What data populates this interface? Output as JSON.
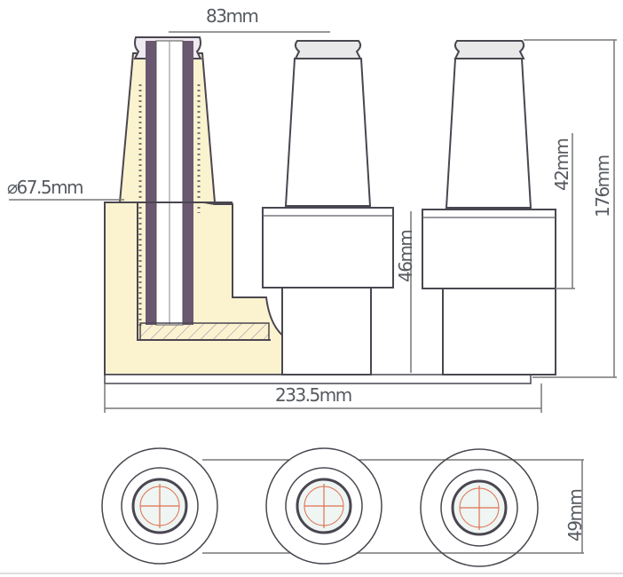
{
  "drawing": {
    "title": "Busbar insulator assembly (3-unit) technical drawing",
    "views": [
      "front-section-view",
      "top-view"
    ],
    "colors": {
      "outline": "#4a4650",
      "insulation_fill": "#fbf3cf",
      "conductor": "#6a5870",
      "hatch": "#9a7ab0",
      "crosshair": "#e07050",
      "dimension_line": "#777777",
      "dimension_text": "#555a60"
    }
  },
  "dimensions": {
    "top_pitch": "83mm",
    "base_diameter": "⌀67.5mm",
    "overall_length": "233.5mm",
    "base_height": "46mm",
    "flange_height": "42mm",
    "overall_height": "176mm",
    "top_view_width": "49mm"
  }
}
